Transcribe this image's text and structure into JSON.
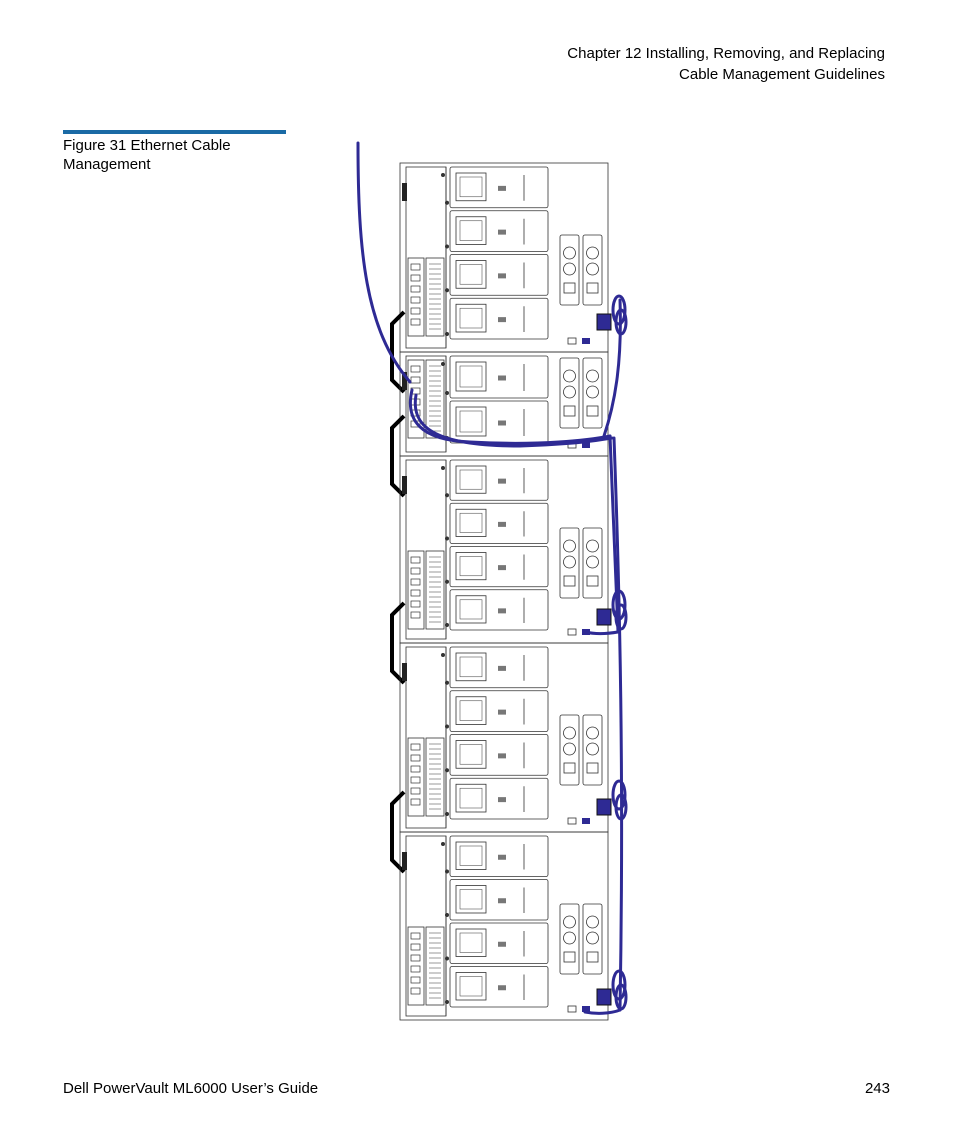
{
  "header": {
    "chapter": "Chapter 12  Installing, Removing, and Replacing",
    "section": "Cable Management Guidelines"
  },
  "figure": {
    "caption": "Figure 31  Ethernet Cable Management",
    "cable_color": "#2e2a94",
    "rule_color": "#1a6aa5",
    "module_count": 5
  },
  "footer": {
    "book_title": "Dell PowerVault ML6000 User’s Guide",
    "page_number": "243"
  }
}
